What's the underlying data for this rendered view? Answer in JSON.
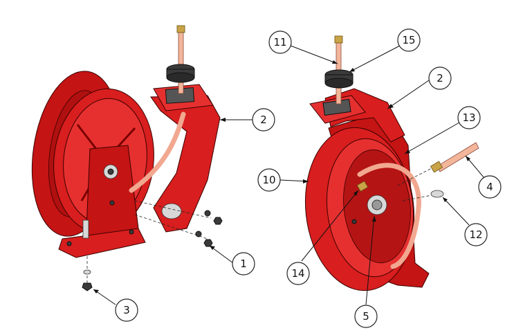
{
  "diagram": {
    "callouts": [
      {
        "id": "c1",
        "label": "1"
      },
      {
        "id": "c2a",
        "label": "2"
      },
      {
        "id": "c3",
        "label": "3"
      },
      {
        "id": "c2b",
        "label": "2"
      },
      {
        "id": "c4",
        "label": "4"
      },
      {
        "id": "c5",
        "label": "5"
      },
      {
        "id": "c10",
        "label": "10"
      },
      {
        "id": "c11",
        "label": "11"
      },
      {
        "id": "c12",
        "label": "12"
      },
      {
        "id": "c13",
        "label": "13"
      },
      {
        "id": "c14",
        "label": "14"
      },
      {
        "id": "c15",
        "label": "15"
      }
    ],
    "colors": {
      "reel_red": "#d81e1e",
      "hose": "#f2a890",
      "outline": "#111111",
      "background": "#ffffff"
    }
  }
}
